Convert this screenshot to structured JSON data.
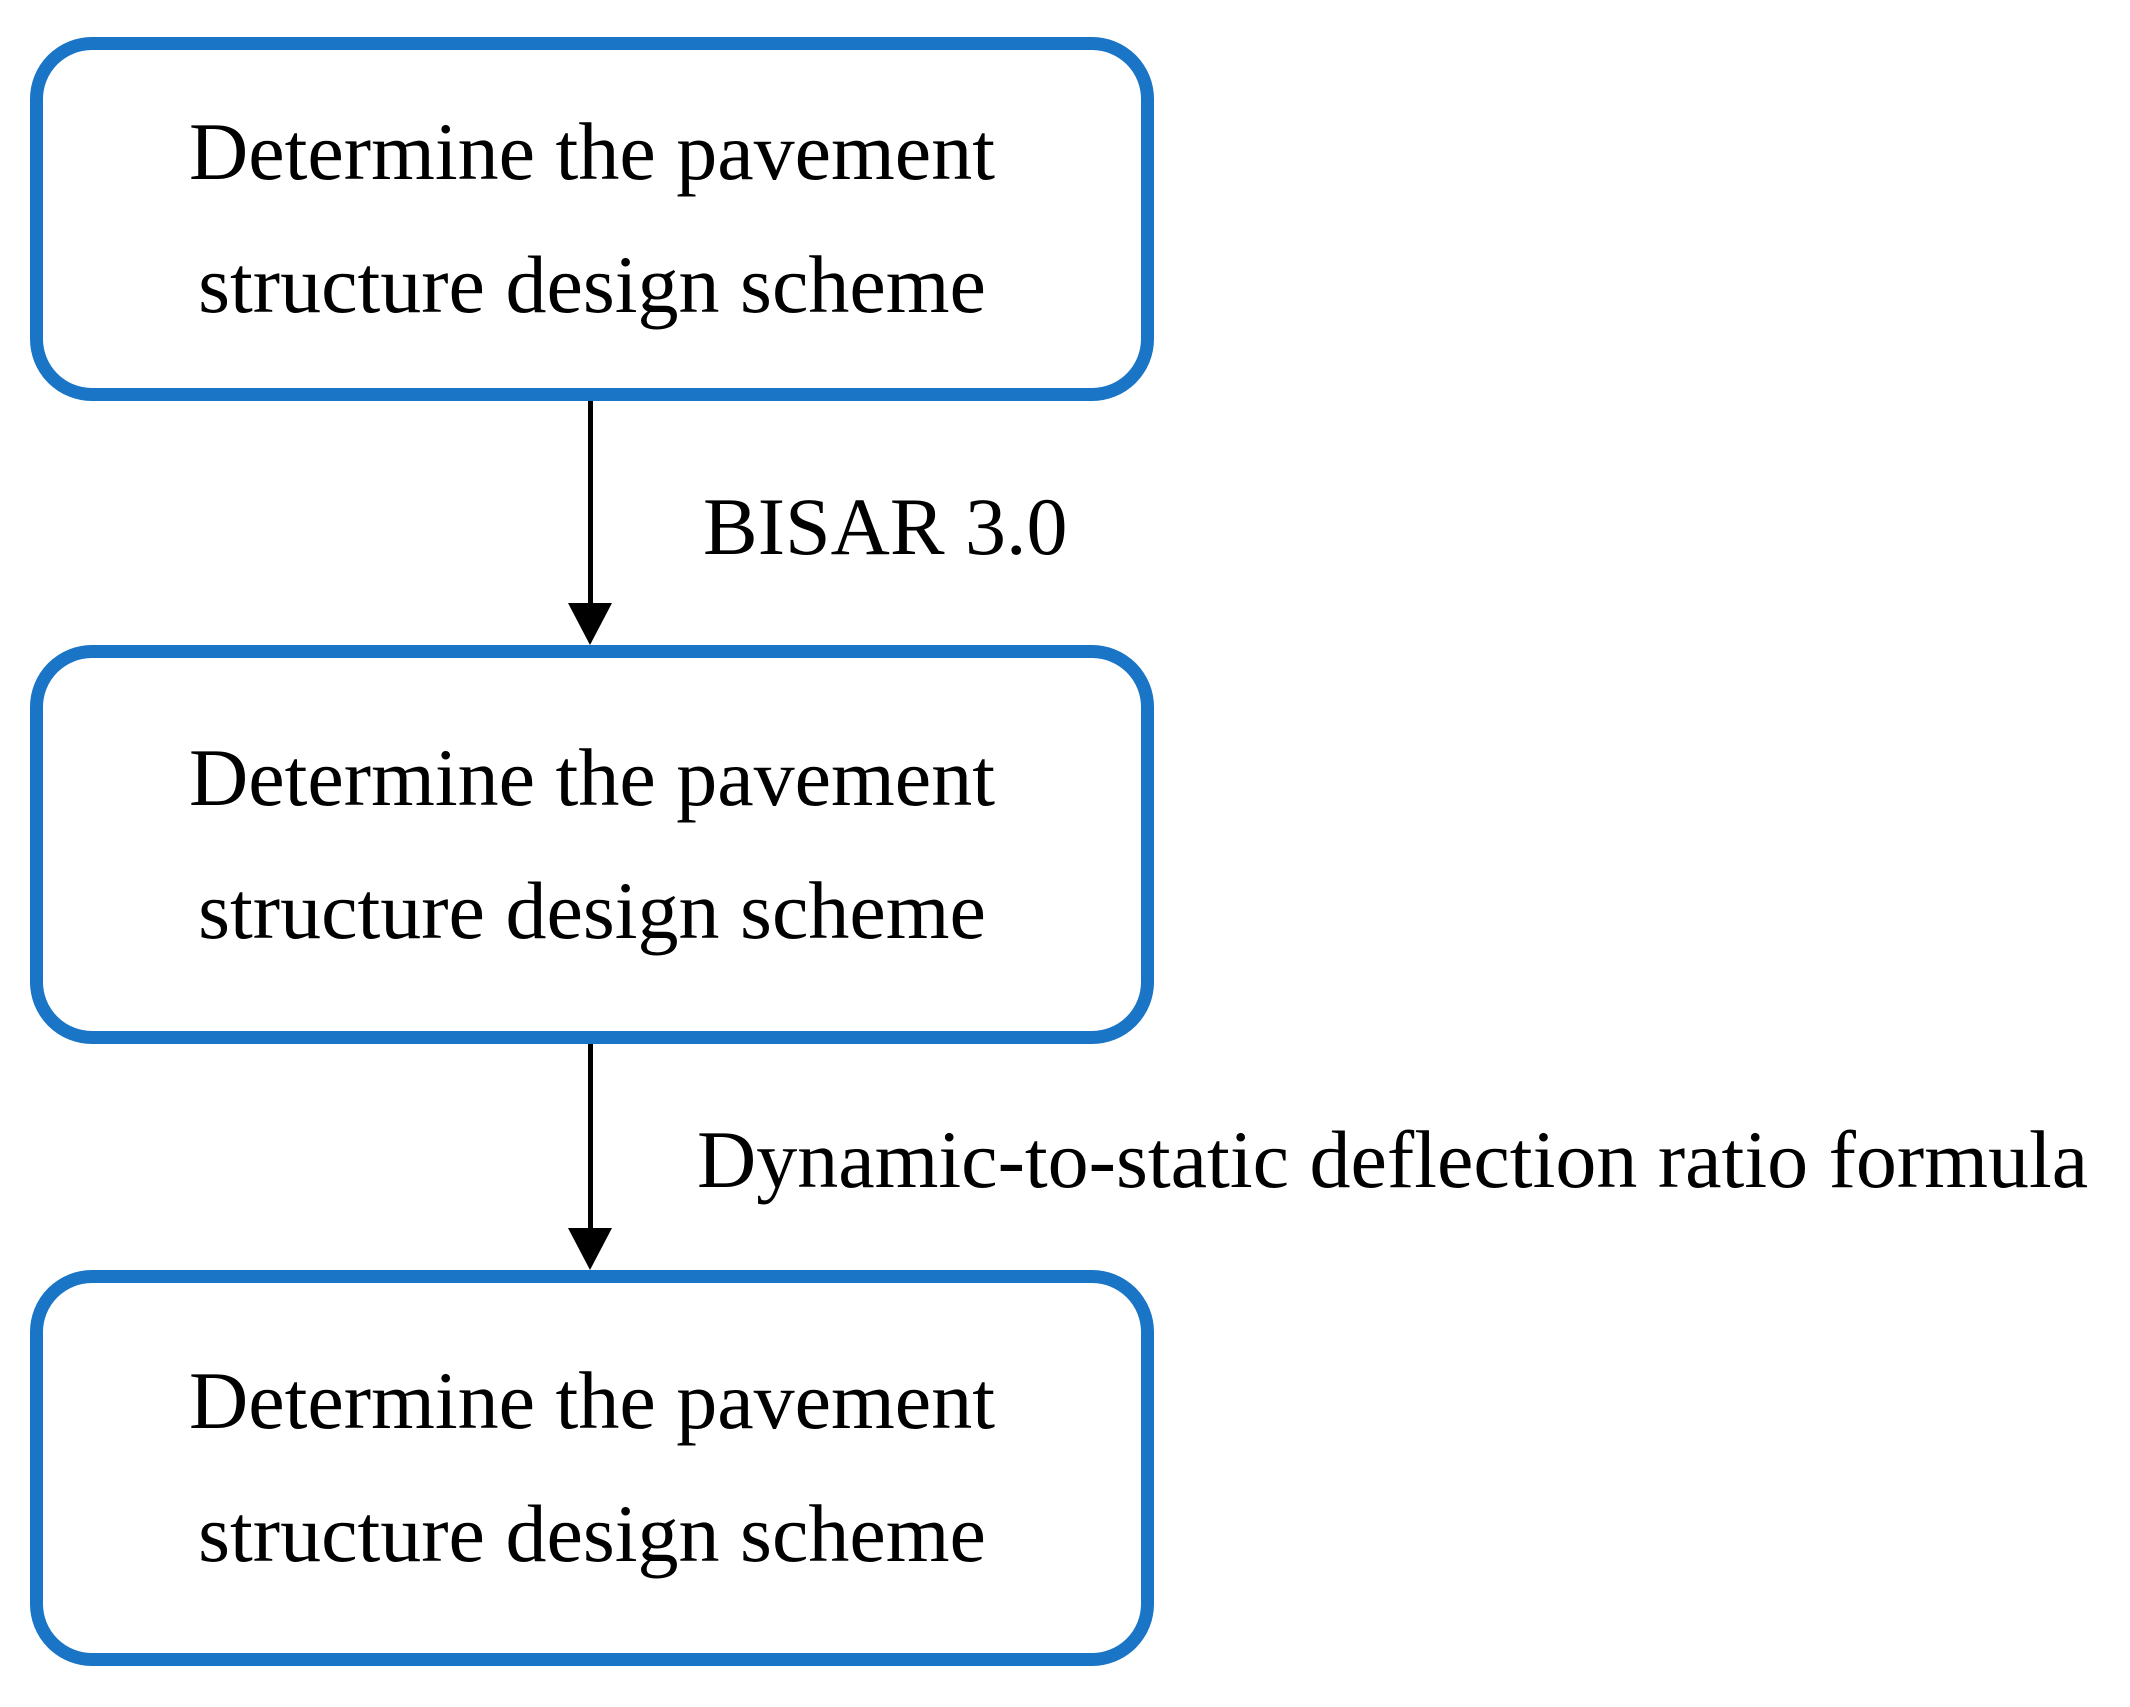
{
  "diagram": {
    "type": "flowchart",
    "direction": "top-down",
    "boxes": [
      {
        "id": "step-1",
        "label": "Determine the pavement structure design scheme"
      },
      {
        "id": "step-2",
        "label": "Determine the pavement structure design scheme"
      },
      {
        "id": "step-3",
        "label": "Determine the pavement structure design scheme"
      }
    ],
    "arrows": [
      {
        "from": "step-1",
        "to": "step-2",
        "label": "BISAR 3.0"
      },
      {
        "from": "step-2",
        "to": "step-3",
        "label": "Dynamic-to-static deflection ratio formula"
      }
    ],
    "colors": {
      "box_border": "#1b75c7",
      "arrow": "#000000",
      "text": "#000000",
      "background": "#ffffff"
    }
  }
}
